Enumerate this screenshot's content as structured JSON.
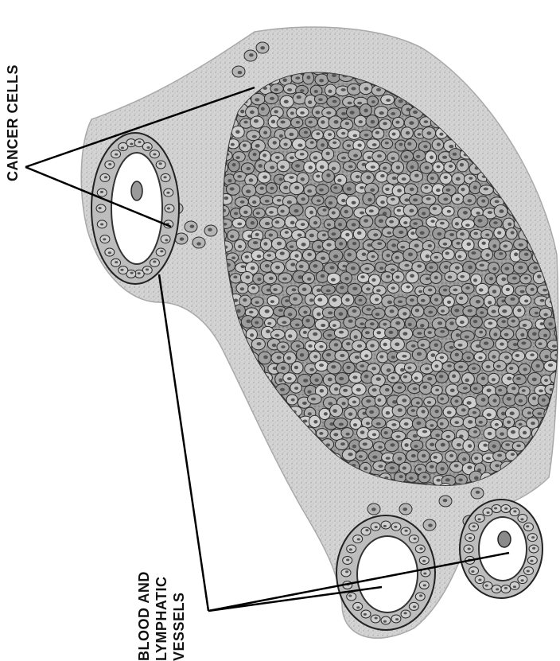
{
  "labels": {
    "cancer_cells": "CANCER CELLS",
    "vessels_line1": "BLOOD AND",
    "vessels_line2": "LYMPHATIC",
    "vessels_line3": "VESSELS"
  },
  "colors": {
    "tissue": "#d2d2d2",
    "tissue_edge": "#a9a9a9",
    "tumor": "#8f8f8f",
    "cell_outline": "#2b2b2b",
    "vessel_wall": "#bdbdbd",
    "leader_line": "#000000"
  }
}
